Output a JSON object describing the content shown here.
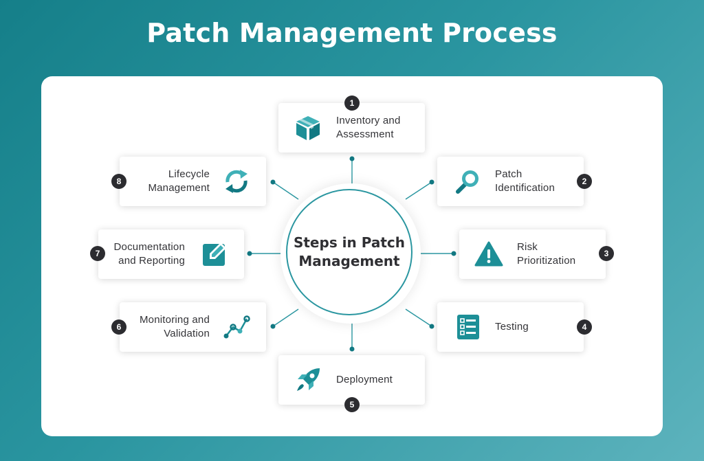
{
  "title": "Patch Management Process",
  "center": {
    "line1": "Steps in Patch",
    "line2": "Management"
  },
  "steps": [
    {
      "number": "1",
      "line1": "Inventory and",
      "line2": "Assessment",
      "icon": "box-icon"
    },
    {
      "number": "2",
      "line1": "Patch",
      "line2": "Identification",
      "icon": "magnifier-icon"
    },
    {
      "number": "3",
      "line1": "Risk",
      "line2": "Prioritization",
      "icon": "warning-icon"
    },
    {
      "number": "4",
      "line1": "Testing",
      "line2": "",
      "icon": "checklist-icon"
    },
    {
      "number": "5",
      "line1": "Deployment",
      "line2": "",
      "icon": "rocket-icon"
    },
    {
      "number": "6",
      "line1": "Monitoring and",
      "line2": "Validation",
      "icon": "graph-icon"
    },
    {
      "number": "7",
      "line1": "Documentation",
      "line2": "and Reporting",
      "icon": "edit-icon"
    },
    {
      "number": "8",
      "line1": "Lifecycle",
      "line2": "Management",
      "icon": "refresh-icon"
    }
  ],
  "colors": {
    "accent_dark": "#127983",
    "accent_light": "#3fb0b7",
    "badge": "#2c2c30"
  }
}
